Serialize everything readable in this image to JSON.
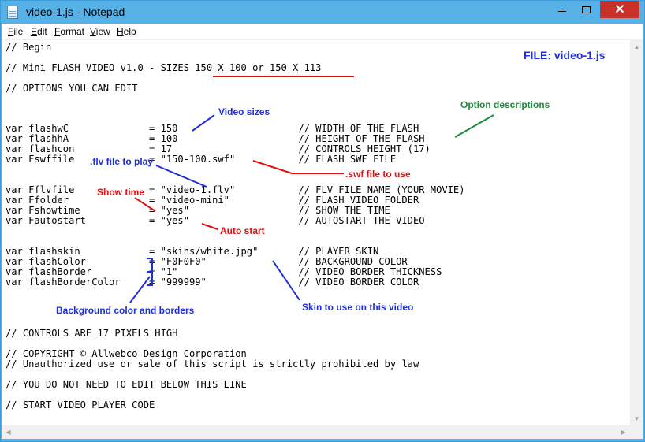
{
  "window": {
    "title": "video-1.js - Notepad",
    "icon": "notepad-icon",
    "controls": {
      "minimize": "minimize-icon",
      "maximize": "maximize-icon",
      "close": "✕"
    }
  },
  "menu": [
    "File",
    "Edit",
    "Format",
    "View",
    "Help"
  ],
  "code_lines": [
    "// Begin",
    "// Mini FLASH VIDEO v1.0 - SIZES 150 X 100 or 150 X 113",
    "// OPTIONS YOU CAN EDIT",
    "var flashwC              = 150                     // WIDTH OF THE FLASH",
    "var flashhA              = 100                     // HEIGHT OF THE FLASH",
    "var flashcon             = 17                      // CONTROLS HEIGHT (17)",
    "var Fswffile             = \"150-100.swf\"           // FLASH SWF FILE",
    "var Fflvfile             = \"video-1.flv\"           // FLV FILE NAME (YOUR MOVIE)",
    "var Ffolder              = \"video-mini\"            // FLASH VIDEO FOLDER",
    "var Fshowtime            = \"yes\"                   // SHOW THE TIME",
    "var Fautostart           = \"yes\"                   // AUTOSTART THE VIDEO",
    "var flashskin            = \"skins/white.jpg\"       // PLAYER SKIN",
    "var flashColor           = \"F0F0F0\"                // BACKGROUND COLOR",
    "var flashBorder          = \"1\"                     // VIDEO BORDER THICKNESS",
    "var flashBorderColor     = \"999999\"                // VIDEO BORDER COLOR",
    "// CONTROLS ARE 17 PIXELS HIGH",
    "// COPYRIGHT © Allwebco Design Corporation",
    "// Unauthorized use or sale of this script is strictly prohibited by law",
    "// YOU DO NOT NEED TO EDIT BELOW THIS LINE",
    "// START VIDEO PLAYER CODE"
  ],
  "annotations": {
    "file_label": "FILE: video-1.js",
    "video_sizes": "Video sizes",
    "option_descriptions": "Option descriptions",
    "flv_file": ".flv file to play",
    "swf_file": ".swf file to use",
    "show_time": "Show time",
    "auto_start": "Auto start",
    "background_borders": "Background color and borders",
    "skin": "Skin to use on this video"
  },
  "colors": {
    "titlebar": "#56b1e6",
    "close_button": "#c7312a",
    "annot_blue": "#1f2fd6",
    "annot_red": "#e01010",
    "annot_green": "#1e8a3a"
  }
}
